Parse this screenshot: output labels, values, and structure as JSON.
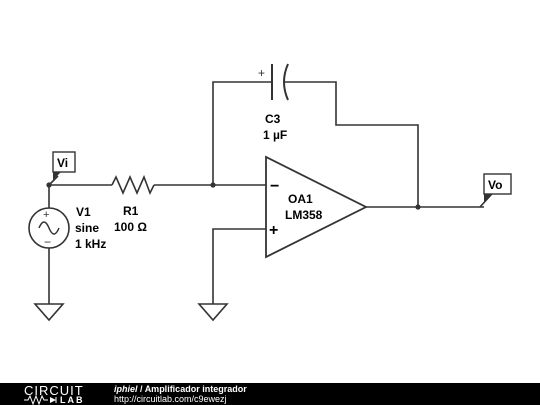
{
  "components": {
    "v1": {
      "name": "V1",
      "type": "sine",
      "freq": "1 kHz"
    },
    "r1": {
      "name": "R1",
      "value": "100 Ω"
    },
    "c3": {
      "name": "C3",
      "value": "1 µF"
    },
    "oa1": {
      "name": "OA1",
      "part": "LM358",
      "minus": "−",
      "plus": "+"
    }
  },
  "nodes": {
    "vi": "Vi",
    "vo": "Vo"
  },
  "footer": {
    "logo_top": "CIRCUIT",
    "logo_bottom": "LAB",
    "user": "iphiel",
    "separator": " / ",
    "title": "Amplificador integrador",
    "url": "http://circuitlab.com/c9ewezj"
  }
}
